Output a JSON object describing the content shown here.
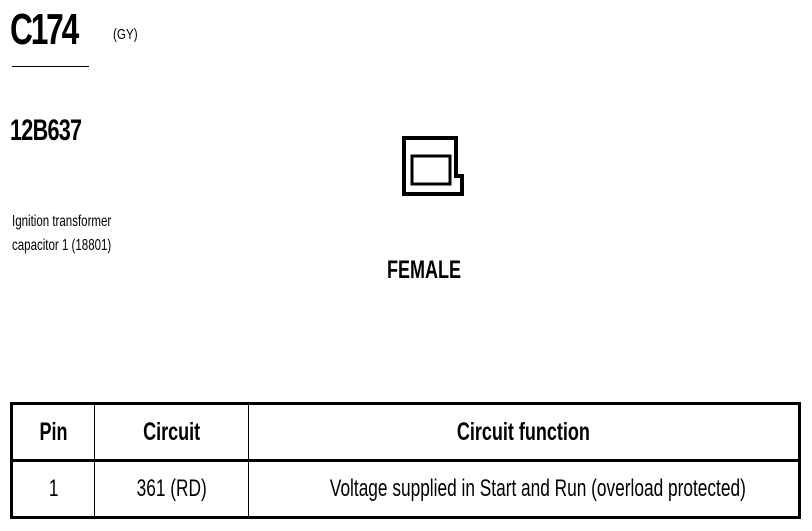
{
  "connector": {
    "id": "C174",
    "color": "(GY)"
  },
  "component": {
    "part_number": "12B637",
    "description_line1": "Ignition transformer",
    "description_line2": "capacitor 1 (18801)"
  },
  "connector_view": {
    "icon": "connector-face-icon",
    "gender": "FEMALE"
  },
  "pin_table": {
    "headers": {
      "pin": "Pin",
      "circuit": "Circuit",
      "function": "Circuit function"
    },
    "rows": [
      {
        "pin": "1",
        "circuit": "361 (RD)",
        "function": "Voltage supplied in Start and Run (overload protected)"
      }
    ]
  }
}
